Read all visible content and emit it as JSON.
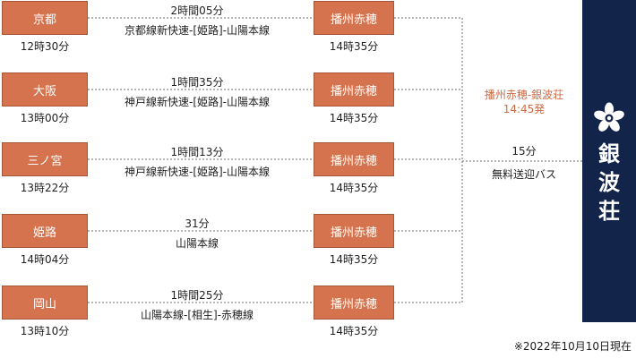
{
  "routes": [
    {
      "origin": "京都",
      "depart_time": "12時30分",
      "duration": "2時間05分",
      "line": "京都線新快速-[姫路]-山陽本線",
      "transfer": "播州赤穂",
      "arrive_time": "14時35分"
    },
    {
      "origin": "大阪",
      "depart_time": "13時00分",
      "duration": "1時間35分",
      "line": "神戸線新快速-[姫路]-山陽本線",
      "transfer": "播州赤穂",
      "arrive_time": "14時35分"
    },
    {
      "origin": "三ノ宮",
      "depart_time": "13時22分",
      "duration": "1時間13分",
      "line": "神戸線新快速-[姫路]-山陽本線",
      "transfer": "播州赤穂",
      "arrive_time": "14時35分"
    },
    {
      "origin": "姫路",
      "depart_time": "14時04分",
      "duration": "31分",
      "line": "山陽本線",
      "transfer": "播州赤穂",
      "arrive_time": "14時35分"
    },
    {
      "origin": "岡山",
      "depart_time": "13時10分",
      "duration": "1時間25分",
      "line": "山陽本線-[相生]-赤穂線",
      "transfer": "播州赤穂",
      "arrive_time": "14時35分"
    }
  ],
  "shuttle": {
    "route": "播州赤穂-銀波荘",
    "departure": "14:45発",
    "duration": "15分",
    "label": "無料送迎バス"
  },
  "brand": {
    "name": "銀波荘",
    "logo": "family-crest-icon"
  },
  "note": "※2022年10月10日現在",
  "colors": {
    "box": "#d5734f",
    "accent": "#d06a43",
    "brand_bg": "#13244b"
  }
}
